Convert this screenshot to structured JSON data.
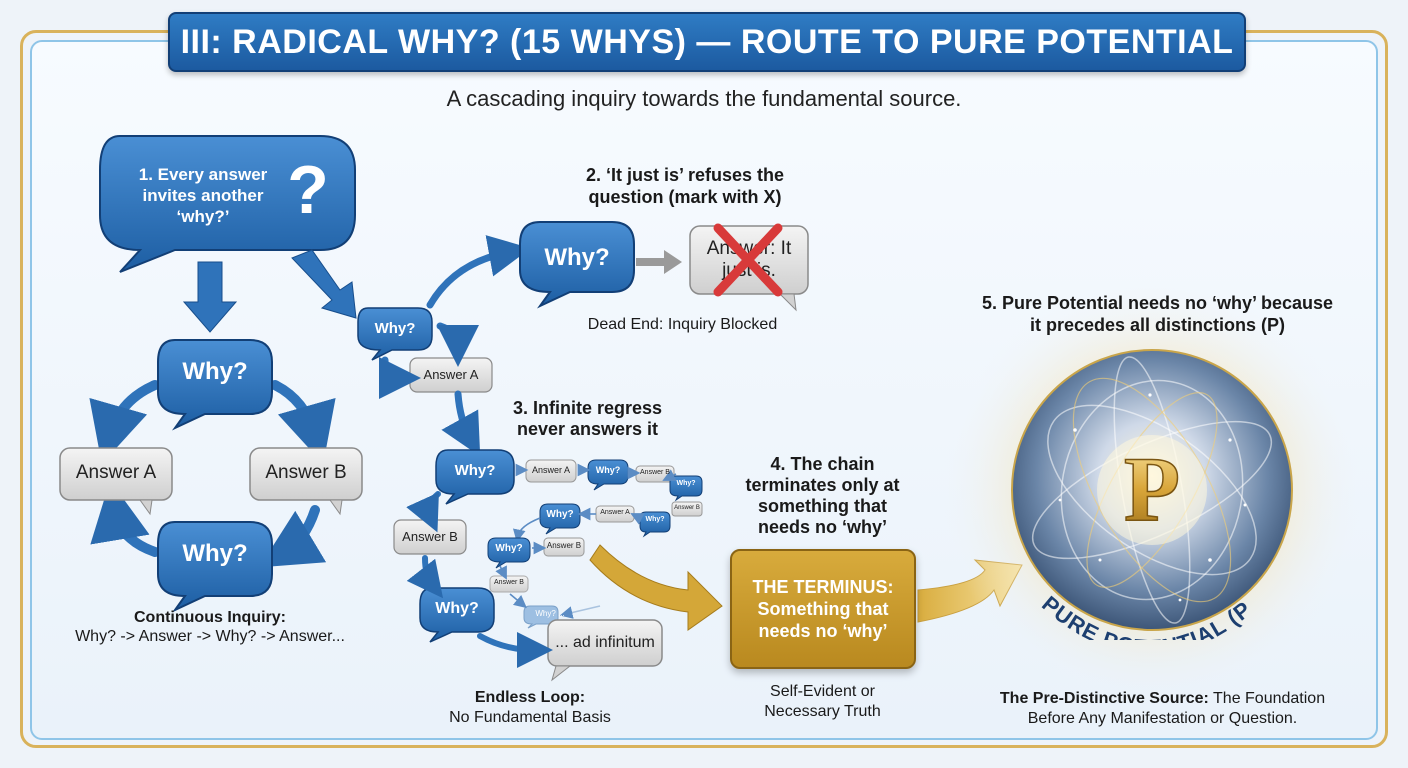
{
  "title": "III: RADICAL WHY? (15 WHYS) — ROUTE TO PURE POTENTIAL",
  "subtitle": "A cascading inquiry towards the fundamental source.",
  "step1": {
    "label": "1. Every answer invites another ‘why?’",
    "cycle": {
      "why_top": "Why?",
      "why_bottom": "Why?",
      "answer_a": "Answer A",
      "answer_b": "Answer B"
    },
    "caption_title": "Continuous Inquiry:",
    "caption_body": "Why? -> Answer -> Why? -> Answer..."
  },
  "branch": {
    "why": "Why?",
    "answer_a": "Answer A"
  },
  "step2": {
    "label": "2. ‘It just is’ refuses the question (mark with X)",
    "why": "Why?",
    "answer": "Answer: It just is.",
    "caption": "Dead End: Inquiry Blocked"
  },
  "step3": {
    "label": "3. Infinite regress never answers it",
    "why_large": "Why?",
    "answer_b": "Answer B",
    "small_answer_a": "Answer A",
    "small_why": "Why?",
    "small_answer_b": "Answer B",
    "small_why2": "Why?",
    "small_answer_a2": "Answer A",
    "small_why3": "Why?",
    "small_answer_b2": "Answer B",
    "small_why4": "Why?",
    "small_answer_b3": "Answer B",
    "small_why5": "Why? ...",
    "why_bottom": "Why?",
    "ad_infinitum": "... ad infinitum",
    "caption_title": "Endless Loop:",
    "caption_body": "No Fundamental Basis"
  },
  "step4": {
    "label": "4. The chain terminates only at something that needs no ‘why’",
    "box": "THE TERMINUS: Something that needs no ‘why’",
    "caption": "Self-Evident or Necessary Truth"
  },
  "step5": {
    "label": "5. Pure Potential needs no ‘why’ because it precedes all distinctions (P)",
    "symbol": "P",
    "arc_label": "PURE POTENTIAL (P)",
    "caption_title": "The Pre-Distinctive Source:",
    "caption_body": "The Foundation Before Any Manifestation or Question."
  },
  "colors": {
    "blue": "#2f6fb5",
    "blue_dark": "#184f8f",
    "gold": "#c89a2c",
    "gray_box": "#dedede",
    "x_red": "#d83a3a"
  }
}
